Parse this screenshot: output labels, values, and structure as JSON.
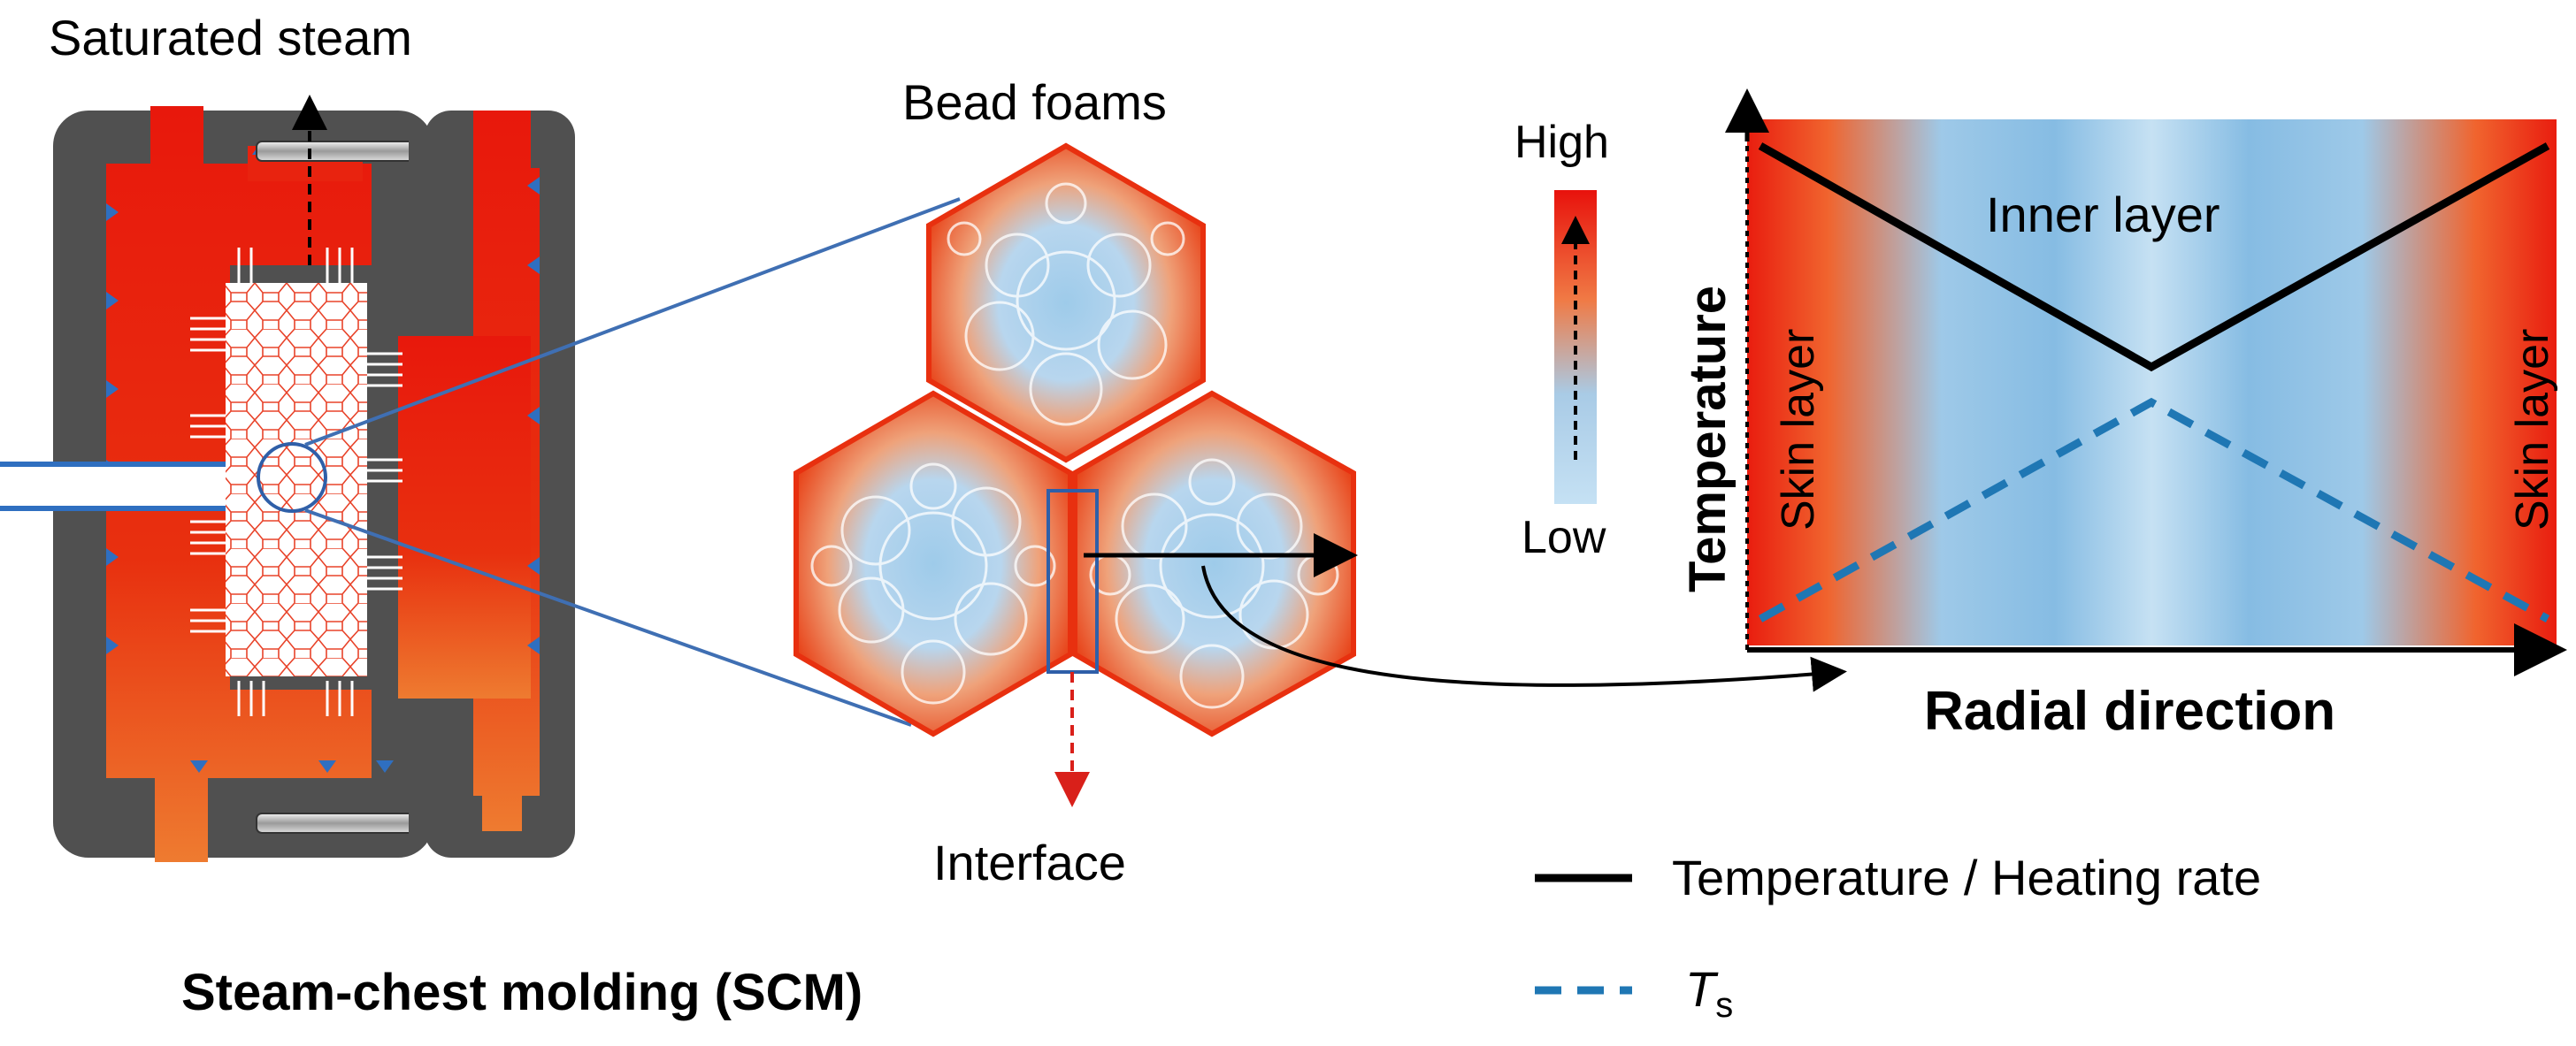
{
  "colors": {
    "hot": "#e8230f",
    "hot_orange": "#ec6a2c",
    "cool": "#8fc4e6",
    "pale_blue": "#cfe5f4",
    "mold_gray": "#505050",
    "line_blue": "#3f6fb3",
    "dashed_blue": "#1f77b4",
    "text": "#000000"
  },
  "scm": {
    "steam_label": "Saturated steam",
    "caption": "Steam-chest molding (SCM)"
  },
  "beads": {
    "title": "Bead foams",
    "interface_label": "Interface"
  },
  "colorbar": {
    "high": "High",
    "low": "Low"
  },
  "profile": {
    "ylabel": "Temperature",
    "xlabel": "Radial direction",
    "inner_layer": "Inner layer",
    "skin_left": "Skin layer",
    "skin_right": "Skin layer"
  },
  "legend": {
    "solid": "Temperature / Heating rate",
    "dashed_main": "T",
    "dashed_sub": "s"
  }
}
